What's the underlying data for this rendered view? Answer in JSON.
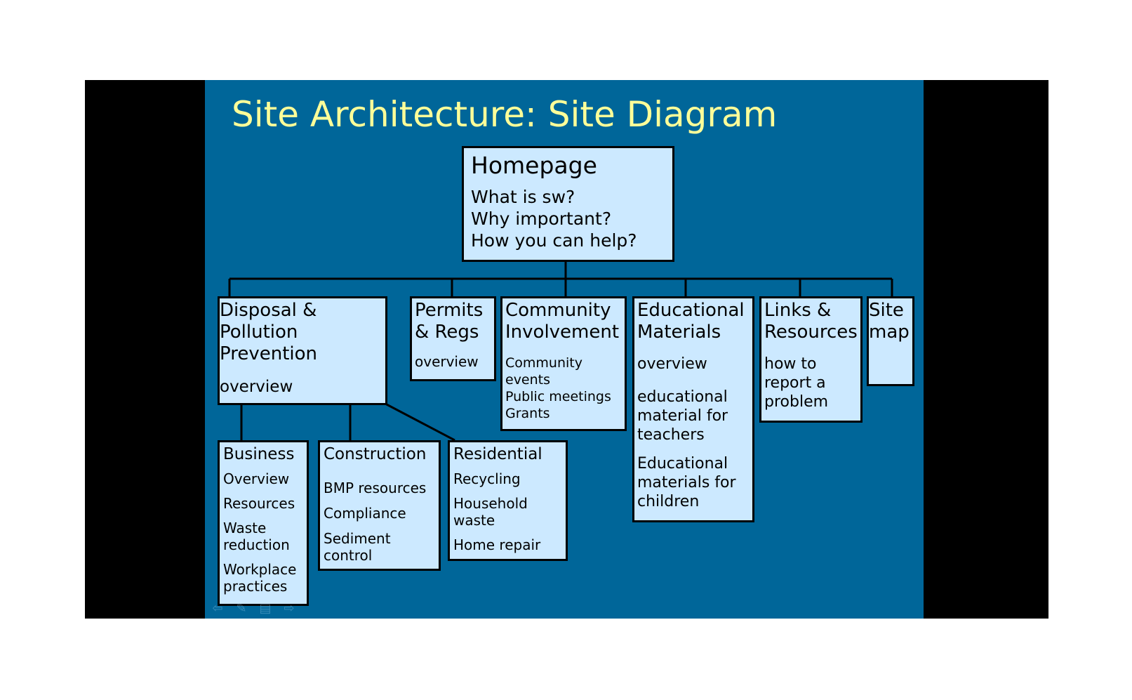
{
  "slide": {
    "title": "Site Architecture: Site Diagram",
    "colors": {
      "background": "#006699",
      "title": "#FFFF99",
      "box_fill": "#CCE9FF",
      "border": "#000000"
    }
  },
  "homepage": {
    "heading": "Homepage",
    "items": [
      "What is sw?",
      "Why important?",
      "How you can help?"
    ]
  },
  "level1": [
    {
      "heading": "Disposal &\nPollution\nPrevention",
      "items": [
        "overview"
      ]
    },
    {
      "heading": "Permits\n& Regs",
      "items": [
        "overview"
      ]
    },
    {
      "heading": "Community\nInvolvement",
      "items": [
        "Community\nevents\nPublic meetings\nGrants"
      ]
    },
    {
      "heading": "Educational\nMaterials",
      "items": [
        "overview",
        "educational\nmaterial for\nteachers",
        "Educational\nmaterials for\nchildren"
      ]
    },
    {
      "heading": "Links &\nResources",
      "items": [
        "how to\nreport a\nproblem"
      ]
    },
    {
      "heading": "Site\nmap",
      "items": []
    }
  ],
  "level2": [
    {
      "heading": "Business",
      "items": [
        "Overview",
        "Resources",
        "Waste\nreduction",
        "Workplace\npractices"
      ]
    },
    {
      "heading": "Construction",
      "items": [
        "BMP resources",
        "Compliance",
        "Sediment\ncontrol"
      ]
    },
    {
      "heading": "Residential",
      "items": [
        "Recycling",
        "Household\nwaste",
        "Home repair"
      ]
    }
  ],
  "nav_controls": [
    {
      "icon": "back-arrow-icon",
      "glyph": "⇦"
    },
    {
      "icon": "pen-icon",
      "glyph": "✎"
    },
    {
      "icon": "menu-icon",
      "glyph": "▤"
    },
    {
      "icon": "forward-arrow-icon",
      "glyph": "⇨"
    }
  ]
}
